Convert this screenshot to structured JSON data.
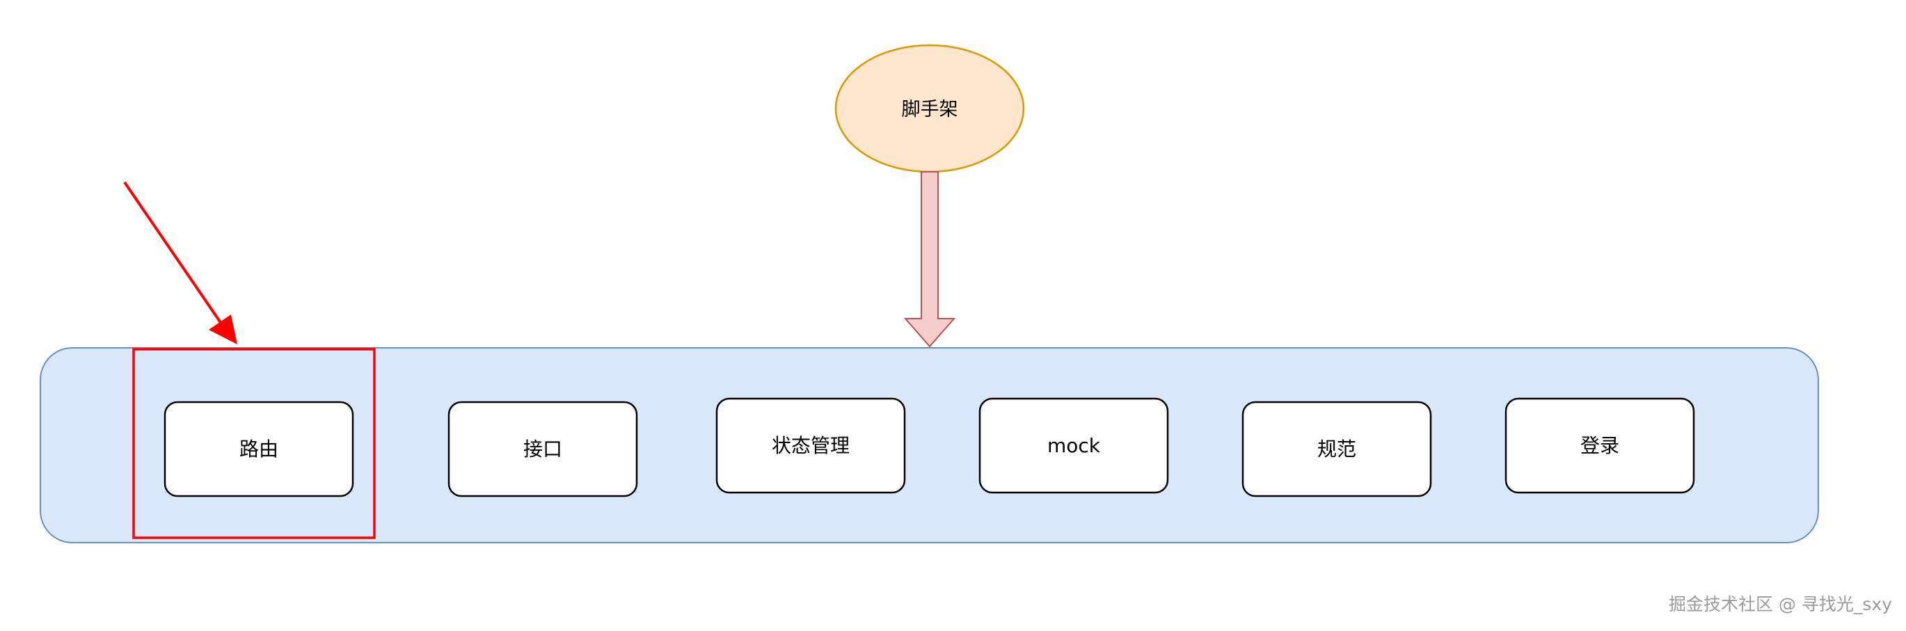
{
  "diagram": {
    "top_node": {
      "label": "脚手架",
      "fill": "#ffe6cc",
      "stroke": "#d79b00"
    },
    "container": {
      "fill": "#dae8fc",
      "stroke": "#6c8ebf"
    },
    "connector": {
      "fill": "#f8cecc",
      "stroke": "#b85450"
    },
    "highlight": {
      "color": "#ff0000"
    },
    "modules": [
      {
        "label": "路由"
      },
      {
        "label": "接口"
      },
      {
        "label": "状态管理"
      },
      {
        "label": "mock"
      },
      {
        "label": "规范"
      },
      {
        "label": "登录"
      }
    ]
  },
  "watermark": {
    "text": "掘金技术社区 @ 寻找光_sxy"
  }
}
